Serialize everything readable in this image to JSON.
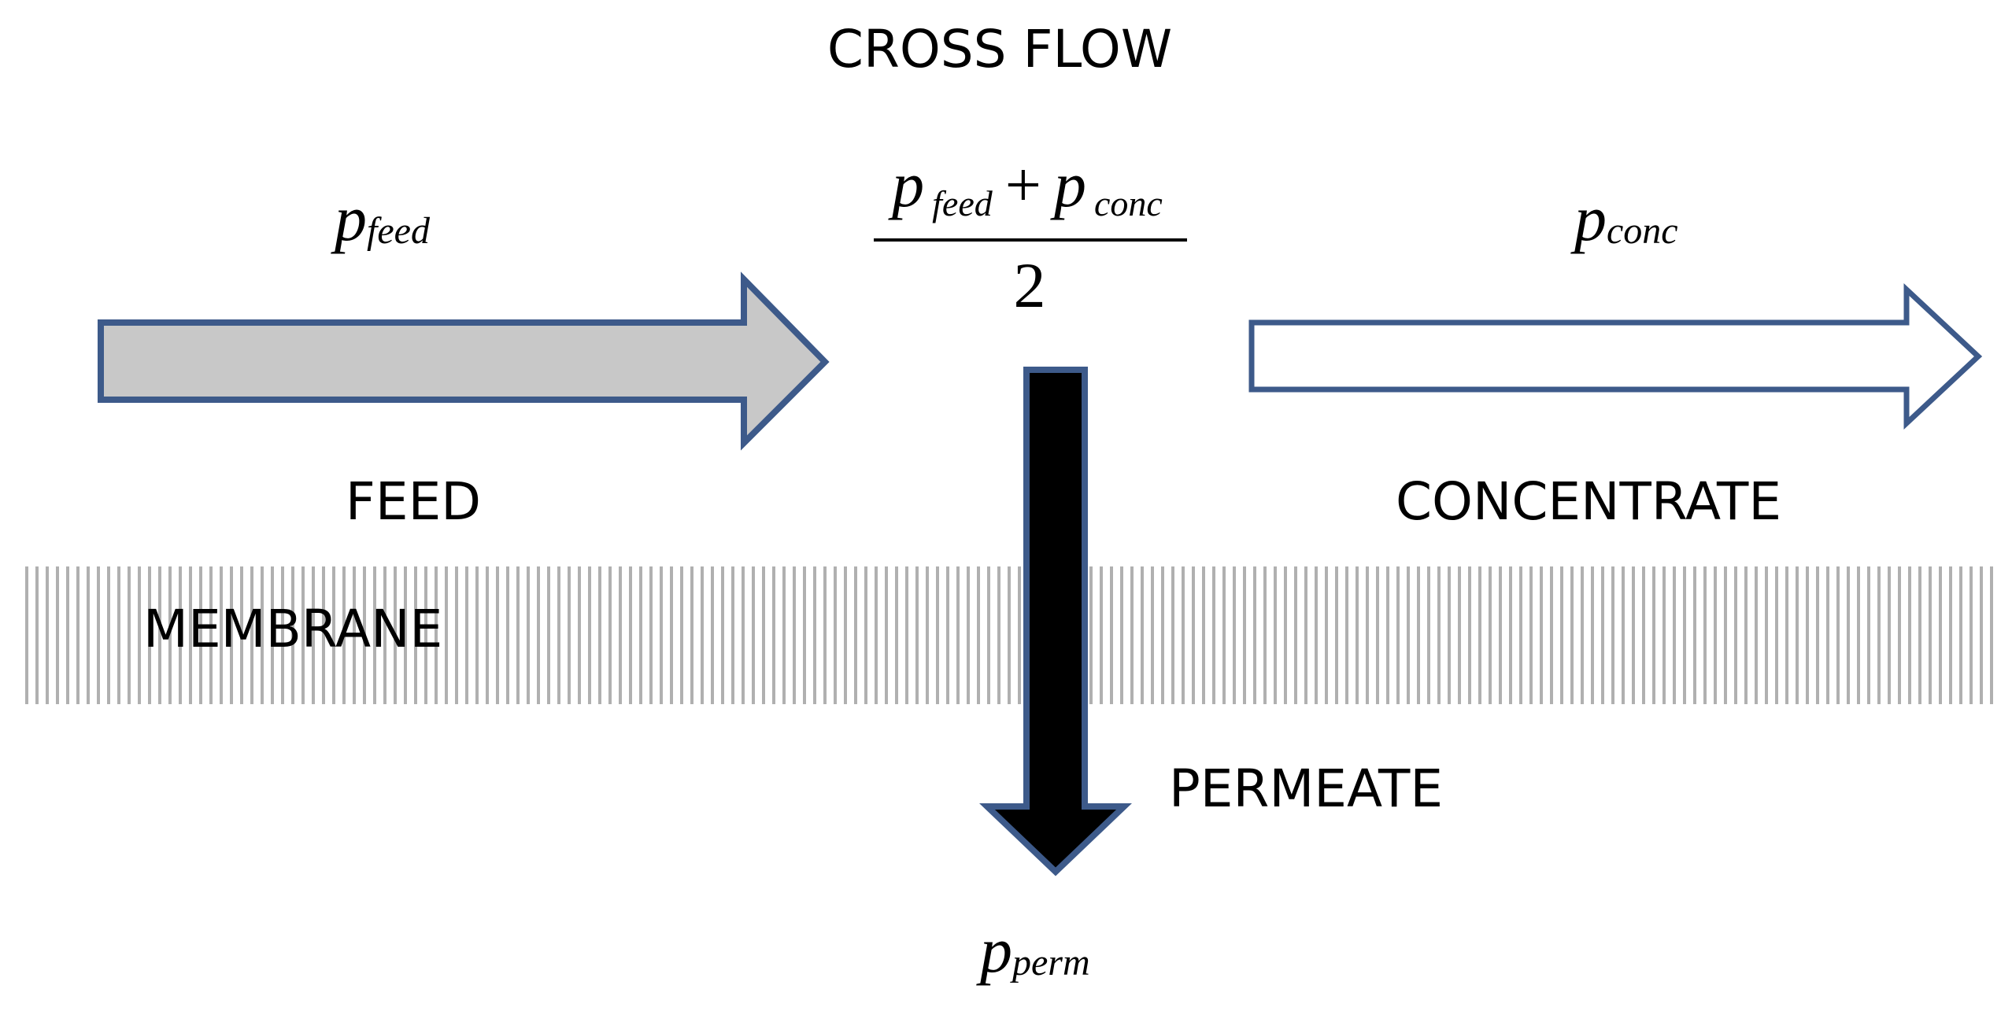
{
  "title": "CROSS FLOW",
  "labels": {
    "feed": "FEED",
    "concentrate": "CONCENTRATE",
    "membrane": "MEMBRANE",
    "permeate": "PERMEATE"
  },
  "symbols": {
    "p_feed": {
      "base": "p",
      "sub": "feed"
    },
    "p_conc": {
      "base": "p",
      "sub": "conc"
    },
    "p_perm": {
      "base": "p",
      "sub": "perm"
    }
  },
  "formula": {
    "numerator_left": {
      "base": "p",
      "sub": "feed"
    },
    "operator": "+",
    "numerator_right": {
      "base": "p",
      "sub": "conc"
    },
    "denominator": "2"
  },
  "colors": {
    "arrow_outline": "#3d5a8a",
    "feed_fill": "#c8c8c8",
    "concentrate_fill": "#ffffff",
    "permeate_fill": "#000000",
    "membrane_stripes": "#b0b0b0"
  },
  "icons": {
    "feed": "right-arrow-icon",
    "concentrate": "right-arrow-icon",
    "permeate": "down-arrow-icon"
  }
}
